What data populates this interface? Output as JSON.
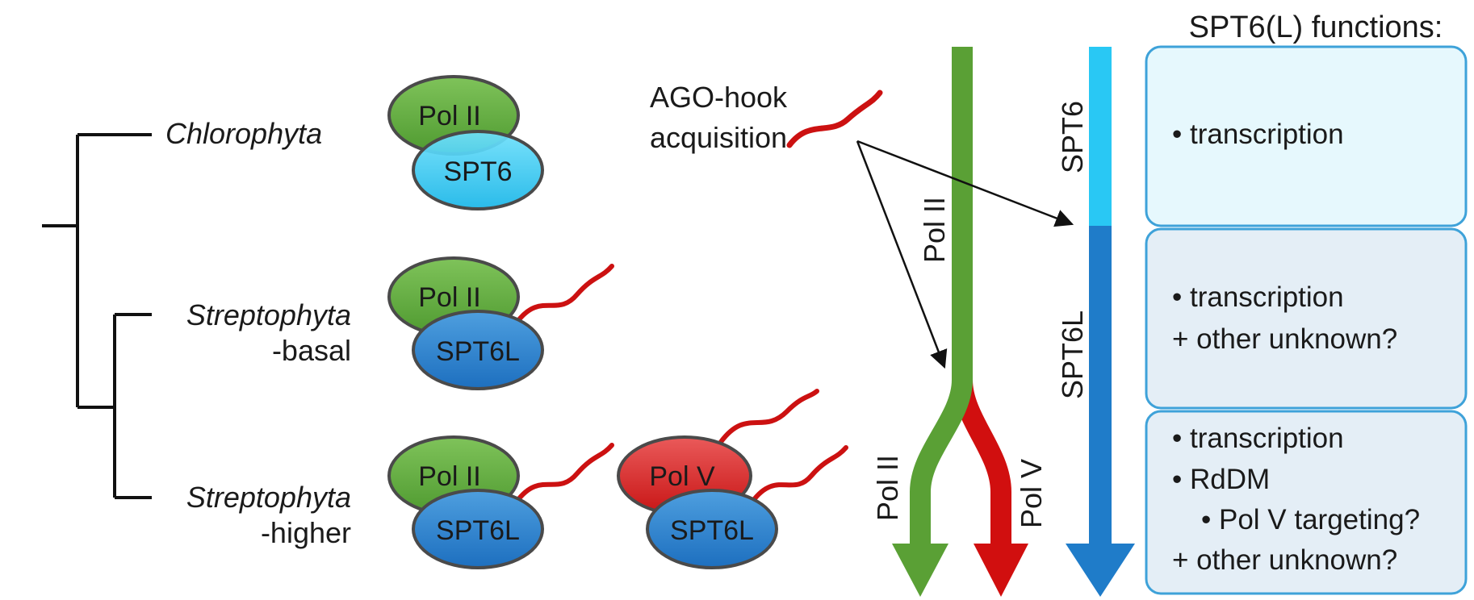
{
  "header": {
    "title": "SPT6(L) functions:"
  },
  "tree": {
    "taxa": [
      {
        "name": "Chlorophyta",
        "suffix": ""
      },
      {
        "name": "Streptophyta",
        "suffix": "-basal"
      },
      {
        "name": "Streptophyta",
        "suffix": "-higher"
      }
    ]
  },
  "complexes": {
    "pol2": "Pol II",
    "polv": "Pol V",
    "spt6": "SPT6",
    "spt6l": "SPT6L"
  },
  "acquisition": {
    "line1": "AGO-hook",
    "line2": "acquisition"
  },
  "flow": {
    "pol2": "Pol II",
    "polv": "Pol V",
    "spt6": "SPT6",
    "spt6l": "SPT6L"
  },
  "functions": [
    {
      "lines": [
        "• transcription"
      ]
    },
    {
      "lines": [
        "• transcription",
        "+ other unknown?"
      ]
    },
    {
      "lines": [
        "• transcription",
        "• RdDM",
        "• Pol V targeting?",
        "+ other unknown?"
      ]
    }
  ],
  "colors": {
    "green": "#5aa035",
    "red": "#d10f0f",
    "lightblue": "#29c8f4",
    "blue": "#1f7cc9",
    "box_light": "#e6f8fd",
    "box_blue": "#e4eef6",
    "box_border": "#3ea2d9"
  }
}
